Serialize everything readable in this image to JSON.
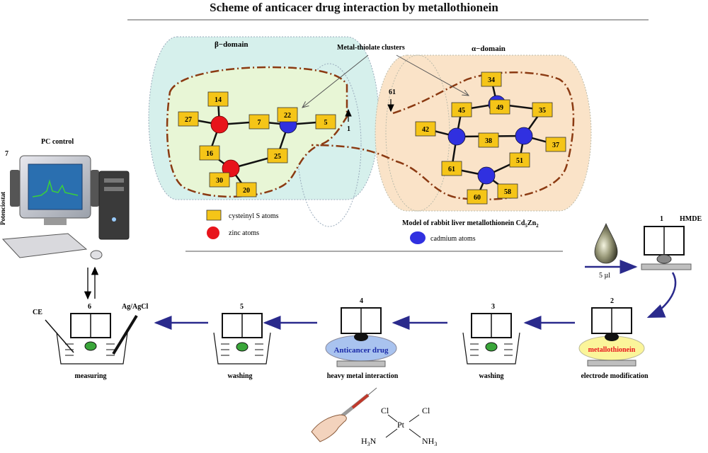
{
  "title": "Scheme of anticacer drug interaction by metallothionein",
  "beta_domain_label": "β−domain",
  "alpha_domain_label": "α−domain",
  "clusters_label": "Metal-thiolate clusters",
  "label_1": "1",
  "label_61": "61",
  "cysteine_numbers": [
    "14",
    "27",
    "7",
    "22",
    "5",
    "16",
    "25",
    "30",
    "20",
    "34",
    "49",
    "45",
    "35",
    "42",
    "38",
    "37",
    "51",
    "61",
    "60",
    "58"
  ],
  "legend": {
    "cysteinyl": "cysteinyl S atoms",
    "zinc": "zinc atoms",
    "cadmium": "cadmium atoms",
    "model_prefix": "Model of rabbit liver metallothionein Cd",
    "model_sub1": "5",
    "model_mid": "Zn",
    "model_sub2": "2"
  },
  "pc": {
    "label": "PC control",
    "step": "7",
    "potentiostat": "Potenciostat"
  },
  "steps": [
    {
      "num": "1",
      "title": "HMDE",
      "volume": "5 µl"
    },
    {
      "num": "2",
      "substance": "metallothionein",
      "caption": "electrode modification"
    },
    {
      "num": "3",
      "caption": "washing"
    },
    {
      "num": "4",
      "substance": "Anticancer drug",
      "caption": "heavy metal interaction"
    },
    {
      "num": "5",
      "caption": "washing"
    },
    {
      "num": "6",
      "caption": "measuring",
      "ce": "CE",
      "ref": "Ag/AgCl"
    }
  ],
  "cisplatin": {
    "cl1": "Cl",
    "cl2": "Cl",
    "pt": "Pt",
    "nh3_left": "H",
    "nh3_left_sub": "3",
    "nh3_left_n": "N",
    "nh3_right": "NH",
    "nh3_right_sub": "3"
  },
  "colors": {
    "cysteine": "#f5c518",
    "zinc": "#e8141b",
    "cadmium": "#3030e0",
    "beta_bg": "#d6f0ec",
    "alpha_bg": "#fae3c8",
    "cluster_line": "#8b3a12",
    "arrow": "#2a2a8c",
    "metallothionein_bg": "#fbf59a",
    "metallothionein_text": "#e8141b",
    "drug_bg": "#a9c3ef",
    "drug_text": "#1a2aa8",
    "drop": "#3aa63a"
  }
}
